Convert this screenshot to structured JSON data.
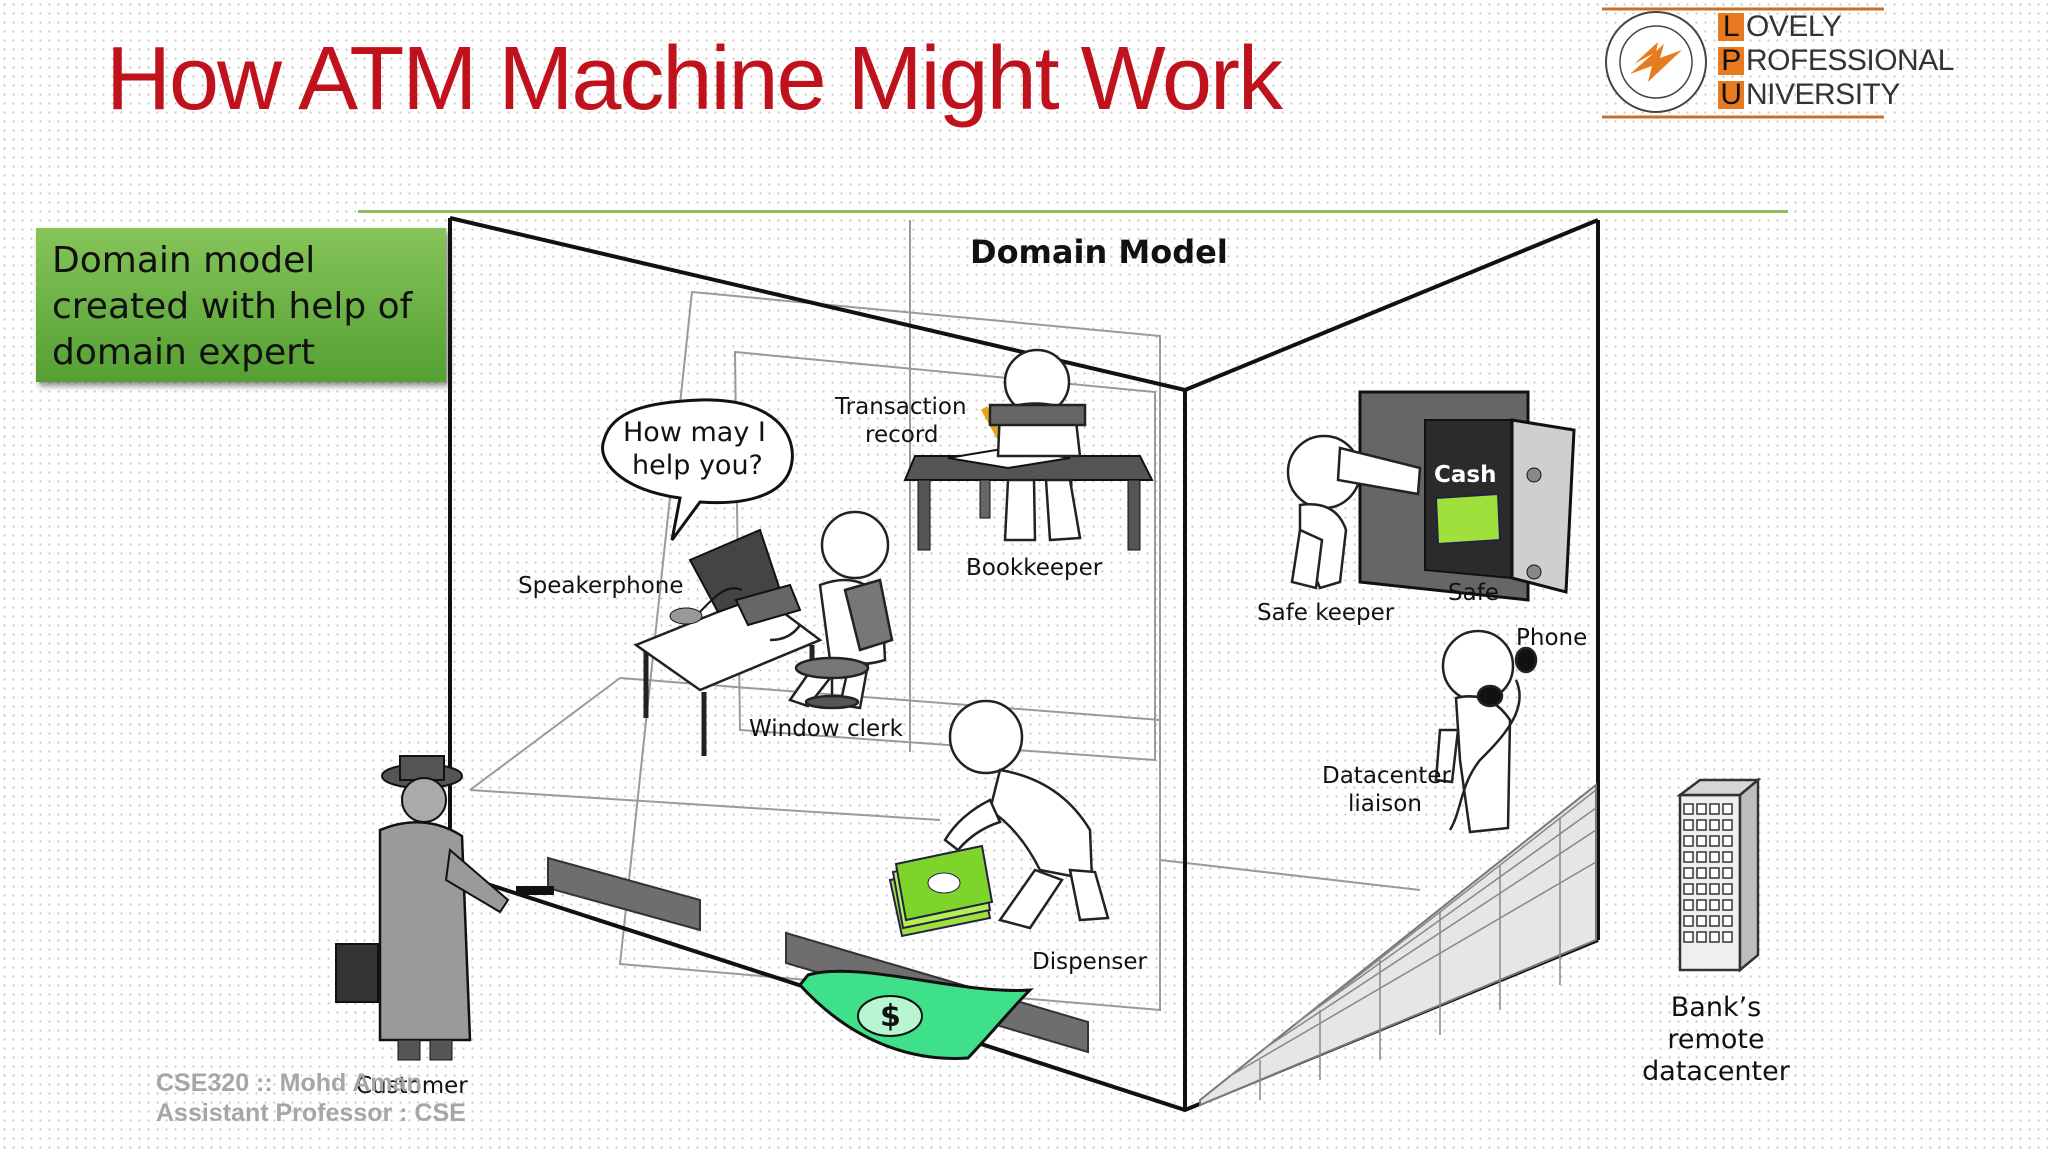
{
  "slide": {
    "title": "How ATM Machine Might Work"
  },
  "logo": {
    "word1": "OVELY",
    "word2": "ROFESSIONAL",
    "word3": "NIVERSITY",
    "cap1": "L",
    "cap2": "P",
    "cap3": "U"
  },
  "callout": {
    "line1": "Domain model",
    "line2": "created with help of",
    "line3": "domain expert"
  },
  "diagram": {
    "title": "Domain Model",
    "speech_line1": "How may I",
    "speech_line2": "help you?",
    "labels": {
      "transaction1": "Transaction",
      "transaction2": "record",
      "bookkeeper": "Bookkeeper",
      "speakerphone": "Speakerphone",
      "window_clerk": "Window clerk",
      "dispenser": "Dispenser",
      "customer": "Customer",
      "cash": "Cash",
      "safe": "Safe",
      "safe_keeper": "Safe keeper",
      "phone": "Phone",
      "liaison1": "Datacenter",
      "liaison2": "liaison",
      "bank1": "Bank’s",
      "bank2": "remote",
      "bank3": "datacenter",
      "currency": "$"
    }
  },
  "footer": {
    "line1": "CSE320 :: Mohd Aman",
    "line2": "Assistant Professor : CSE"
  }
}
